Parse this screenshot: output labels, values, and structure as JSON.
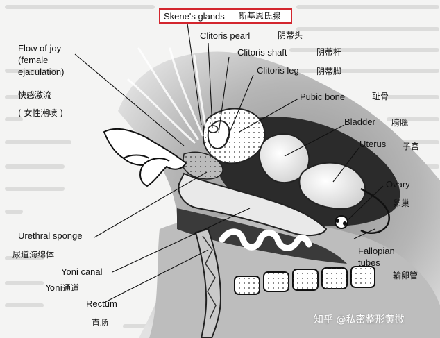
{
  "title": {
    "en": "Skene's glands",
    "zh": "斯基恩氏腺"
  },
  "labels": {
    "flow_of_joy": "Flow of joy",
    "female": "(female",
    "ejaculation": "ejaculation)",
    "flow_zh": "快感激流",
    "flow_zh_2": "( 女性潮喷 )",
    "clitoris_pearl": "Clitoris pearl",
    "clitoris_pearl_zh": "阴蒂头",
    "clitoris_shaft": "Clitoris shaft",
    "clitoris_shaft_zh": "阴蒂杆",
    "clitoris_leg": "Clitoris leg",
    "clitoris_leg_zh": "阴蒂脚",
    "pubic_bone": "Pubic bone",
    "pubic_bone_zh": "耻骨",
    "bladder": "Bladder",
    "bladder_zh": "膀胱",
    "uterus": "Uterus",
    "uterus_zh": "子宫",
    "ovary": "Ovary",
    "ovary_zh": "卵巢",
    "fallopian": "Fallopian",
    "tubes": "tubes",
    "fallopian_zh": "输卵管",
    "urethral_sponge": "Urethral sponge",
    "urethral_sponge_zh": "尿道海绵体",
    "yoni_canal": "Yoni canal",
    "yoni_canal_zh": "Yoni通道",
    "rectum": "Rectum",
    "rectum_zh": "直肠"
  },
  "watermark": "知乎 @私密整形黄微",
  "colors": {
    "highlight_box": "#d3262e",
    "tissue_dark": "#2b2b2b",
    "tissue_mid": "#9a9a9a",
    "tissue_light": "#d6d6d6"
  }
}
